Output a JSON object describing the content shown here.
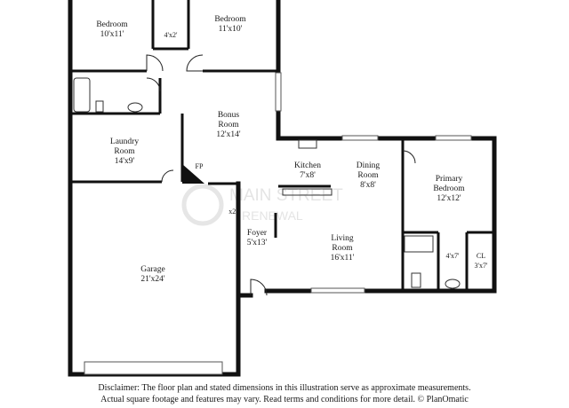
{
  "rooms": {
    "bedroom_left": {
      "name": "Bedroom",
      "dims": "10'x11'"
    },
    "bedroom_right": {
      "name": "Bedroom",
      "dims": "11'x10'"
    },
    "closet_hall": {
      "dims": "4'x2'"
    },
    "bonus": {
      "name1": "Bonus",
      "name2": "Room",
      "dims": "12'x14'"
    },
    "laundry": {
      "name1": "Laundry",
      "name2": "Room",
      "dims": "14'x9'"
    },
    "fireplace": {
      "label": "FP"
    },
    "kitchen": {
      "name": "Kitchen",
      "dims": "7'x8'"
    },
    "dining": {
      "name1": "Dining",
      "name2": "Room",
      "dims": "8'x8'"
    },
    "primary": {
      "name1": "Primary",
      "name2": "Bedroom",
      "dims": "12'x12'"
    },
    "nook": {
      "dims": "x2'"
    },
    "foyer": {
      "name": "Foyer",
      "dims": "5'x13'"
    },
    "living": {
      "name1": "Living",
      "name2": "Room",
      "dims": "16'x11'"
    },
    "bath_primary": {
      "dims": "4'x7'"
    },
    "closet_primary": {
      "name": "CL",
      "dims": "3'x7'"
    },
    "garage": {
      "name": "Garage",
      "dims": "21'x24'"
    }
  },
  "watermark": {
    "line1": "MAIN STREET",
    "line2": "RENEWAL"
  },
  "disclaimer": {
    "line1": "Disclaimer: The floor plan and stated dimensions in this illustration serve as approximate measurements.",
    "line2": "Actual square footage and features may vary. Read terms and conditions for more detail. © PlanOmatic"
  }
}
